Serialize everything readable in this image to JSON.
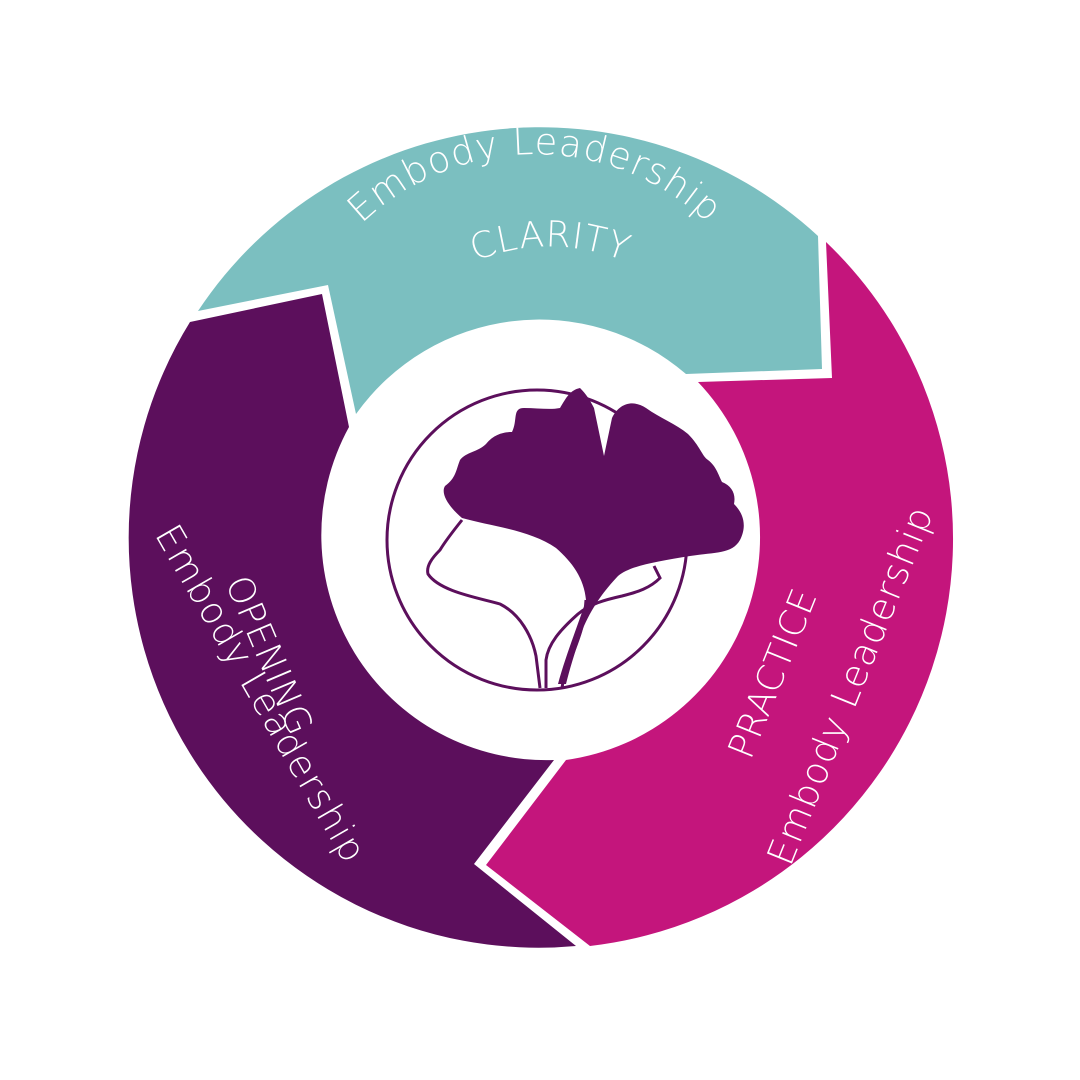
{
  "diagram": {
    "segments": [
      {
        "id": "clarity",
        "title": "CLARITY",
        "subtitle": "Embody Leadership",
        "color": "#7BBFC0"
      },
      {
        "id": "practice",
        "title": "PRACTICE",
        "subtitle": "Embody Leadership",
        "color": "#C4157C"
      },
      {
        "id": "opening",
        "title": "OPENING",
        "subtitle": "Embody Leadership",
        "color": "#5C0F5C"
      }
    ],
    "center": {
      "icon": "ginkgo-leaf-icon",
      "color": "#5C0F5C"
    },
    "background_color": "#FFFFFF"
  }
}
